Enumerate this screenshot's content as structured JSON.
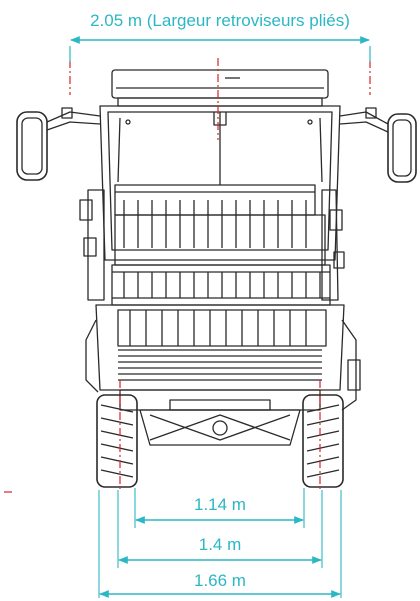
{
  "colors": {
    "dimension": "#2bb7c4",
    "centerline": "#d6262b",
    "machine": "#2a2a2a",
    "background": "#ffffff"
  },
  "dimensions": {
    "mirror_width": "2.05 m (Largeur retroviseurs pliés)",
    "track_inner": "1.14 m",
    "track_center": "1.4 m",
    "track_outer": "1.66 m"
  }
}
